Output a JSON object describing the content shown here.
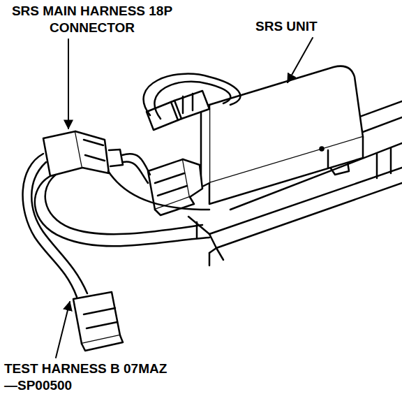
{
  "diagram": {
    "labels": [
      "SRS MAIN HARNESS 18P CONNECTOR",
      "SRS UNIT",
      "TEST HARNESS B 07MAZ—SP00500"
    ]
  }
}
